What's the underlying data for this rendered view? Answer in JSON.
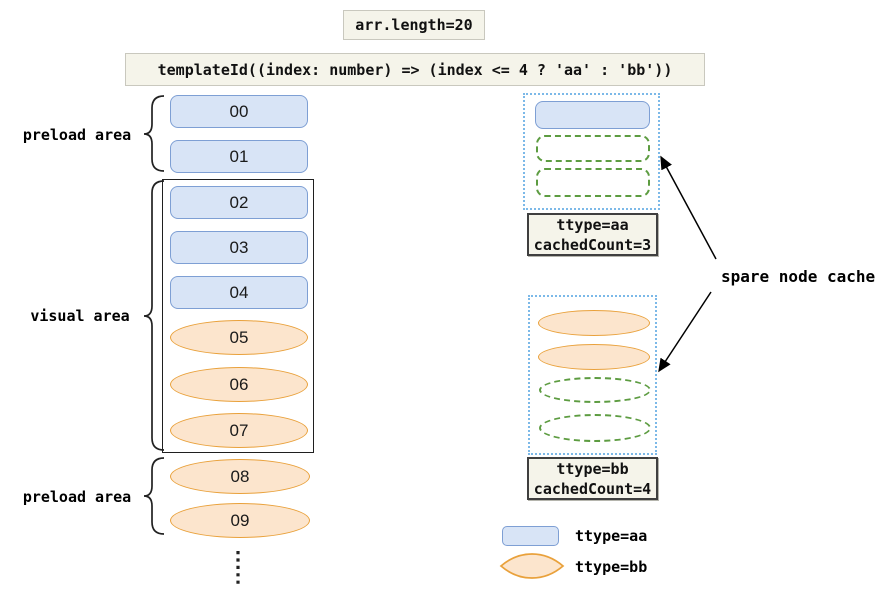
{
  "title_boxes": {
    "arr_length": "arr.length=20",
    "template": "templateId((index: number) => (index <= 4 ? 'aa' : 'bb'))"
  },
  "list": {
    "items": [
      {
        "label": "00",
        "ttype": "aa"
      },
      {
        "label": "01",
        "ttype": "aa"
      },
      {
        "label": "02",
        "ttype": "aa"
      },
      {
        "label": "03",
        "ttype": "aa"
      },
      {
        "label": "04",
        "ttype": "aa"
      },
      {
        "label": "05",
        "ttype": "bb"
      },
      {
        "label": "06",
        "ttype": "bb"
      },
      {
        "label": "07",
        "ttype": "bb"
      },
      {
        "label": "08",
        "ttype": "bb"
      },
      {
        "label": "09",
        "ttype": "bb"
      }
    ],
    "preload_top_label": "preload area",
    "visual_label": "visual area",
    "preload_bottom_label": "preload area"
  },
  "cache": {
    "annotation": "spare node cache",
    "aa_box": {
      "line1": "ttype=aa",
      "line2": "cachedCount=3",
      "solid_nodes": 1,
      "dashed_nodes": 2
    },
    "bb_box": {
      "line1": "ttype=bb",
      "line2": "cachedCount=4",
      "solid_nodes": 2,
      "dashed_nodes": 2
    }
  },
  "legend": {
    "aa_label": "ttype=aa",
    "bb_label": "ttype=bb"
  },
  "colors": {
    "aa_fill": "#d8e4f6",
    "aa_border": "#7e9fd4",
    "bb_fill": "#fce5cd",
    "bb_border": "#e9a13b",
    "ghost_dash_green": "#5d9c41",
    "cache_frame_blue": "#7cb9e8",
    "code_box_bg": "#f5f4ea"
  }
}
